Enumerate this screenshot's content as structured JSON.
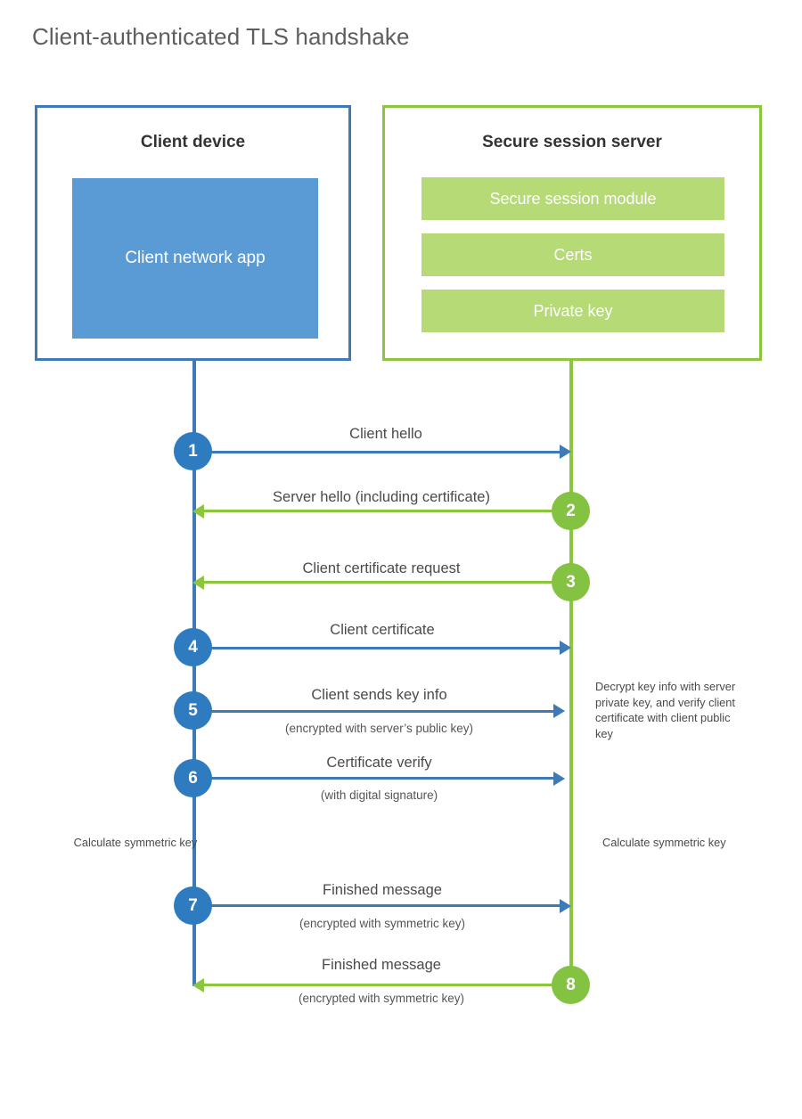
{
  "title": "Client-authenticated TLS handshake",
  "colors": {
    "client_border": "#3e79b8",
    "client_app_fill": "#5b9bd5",
    "server_border": "#8cc63f",
    "server_module_fill": "#b5da76",
    "client_circle": "#2e7cbf",
    "server_circle": "#84c341",
    "text": "#4a4a4a"
  },
  "client": {
    "title": "Client device",
    "app_label": "Client network app"
  },
  "server": {
    "title": "Secure session server",
    "modules": [
      {
        "label": "Secure session module"
      },
      {
        "label": "Certs"
      },
      {
        "label": "Private key"
      }
    ]
  },
  "notes": {
    "server_decrypt": "Decrypt key info with server private key, and verify client certificate with client public key",
    "client_calculate": "Calculate symmetric key",
    "server_calculate": "Calculate symmetric key"
  },
  "steps": [
    {
      "number": "1",
      "label": "Client hello",
      "sublabel": "",
      "direction": "client-to-server",
      "actor": "client"
    },
    {
      "number": "2",
      "label": "Server hello (including certificate)",
      "sublabel": "",
      "direction": "server-to-client",
      "actor": "server"
    },
    {
      "number": "3",
      "label": "Client certificate request",
      "sublabel": "",
      "direction": "server-to-client",
      "actor": "server"
    },
    {
      "number": "4",
      "label": "Client certificate",
      "sublabel": "",
      "direction": "client-to-server",
      "actor": "client"
    },
    {
      "number": "5",
      "label": "Client sends key info",
      "sublabel": "(encrypted with server’s public key)",
      "direction": "client-to-server",
      "actor": "client"
    },
    {
      "number": "6",
      "label": "Certificate verify",
      "sublabel": "(with digital signature)",
      "direction": "client-to-server",
      "actor": "client"
    },
    {
      "number": "7",
      "label": "Finished message",
      "sublabel": "(encrypted with symmetric key)",
      "direction": "client-to-server",
      "actor": "client"
    },
    {
      "number": "8",
      "label": "Finished message",
      "sublabel": "(encrypted with symmetric key)",
      "direction": "server-to-client",
      "actor": "server"
    }
  ]
}
